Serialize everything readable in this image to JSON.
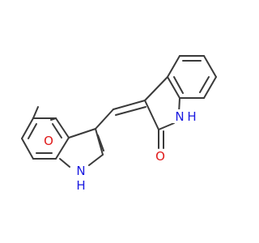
{
  "molecule": {
    "atoms": {
      "methoxy_o": "O",
      "carbonyl_o": "O",
      "indole_n": "N",
      "indole_h": "H",
      "oxindole_n": "N",
      "oxindole_h": "H"
    },
    "colors": {
      "bond": "#3a3a3a",
      "oxygen": "#e01919",
      "nitrogen": "#1919e0",
      "background": "#ffffff"
    }
  }
}
